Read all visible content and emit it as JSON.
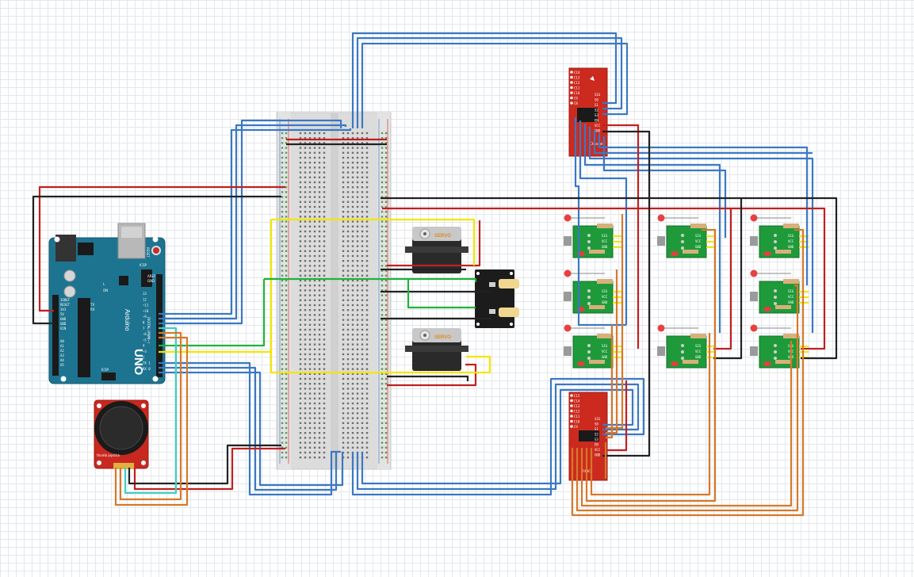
{
  "colors": {
    "wire_blue": "#3a78c3",
    "wire_red": "#c02020",
    "wire_black": "#222222",
    "wire_yellow": "#f2e600",
    "wire_green": "#1fb33a",
    "wire_orange": "#d7782a",
    "wire_cyan": "#40d0c0",
    "arduino_board": "#1d7490",
    "breakout_red": "#cc2a1e",
    "sensor_green": "#1f9a3a",
    "joystick_red": "#c8281f"
  },
  "arduino": {
    "logo": "UNO",
    "brand": "Arduino",
    "icsp_label": "ICSP",
    "icsp2_label": "ICSP",
    "reset_label": "RESET",
    "aref": "AREF",
    "gnd": "GND",
    "left_pins": [
      "IOREF",
      "RESET",
      "3V3",
      "5V",
      "GND",
      "GND",
      "VIN"
    ],
    "analog_pins": [
      "A0",
      "A1",
      "A2",
      "A3",
      "A4",
      "A5"
    ],
    "digital_pins": [
      "13",
      "12",
      "~11",
      "~10",
      "~9",
      "8",
      "7",
      "~6",
      "~5",
      "4",
      "~3",
      "2",
      "TX 1",
      "RX 0"
    ],
    "digital_label": "DIGITAL (PWM~)",
    "tx": "TX",
    "rx": "RX",
    "on": "ON",
    "l": "L"
  },
  "servo_top": {
    "label": "SERVO"
  },
  "servo_bottom": {
    "label": "SERVO"
  },
  "breakout_top": {
    "left_pins": [
      "C14",
      "C13",
      "C12",
      "C11",
      "C10",
      "C9",
      "C8"
    ],
    "right_pins": [
      "SIG",
      "S0",
      "S1",
      "S2",
      "S3",
      "EN",
      "VCC",
      "GND"
    ],
    "label": "Channel"
  },
  "breakout_bottom": {
    "left_pins": [
      "C15",
      "C14",
      "C13",
      "C12",
      "C11",
      "C10",
      "C9"
    ],
    "right_pins": [
      "SIG",
      "S0",
      "S1",
      "S2",
      "S3",
      "EN",
      "VCC",
      "GND"
    ],
    "label": "74HC"
  },
  "sensor_pins": [
    "SIG",
    "VCC",
    "GND"
  ],
  "joystick": {
    "label": "thumb joystick"
  }
}
